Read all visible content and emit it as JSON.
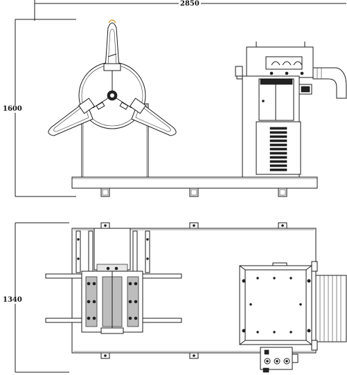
{
  "dimensions": {
    "overall_length": "2850",
    "side_height": "1600",
    "top_width": "1340"
  },
  "colors": {
    "line": "#1a1a1a",
    "accent": "#d9a441",
    "background": "#ffffff"
  }
}
